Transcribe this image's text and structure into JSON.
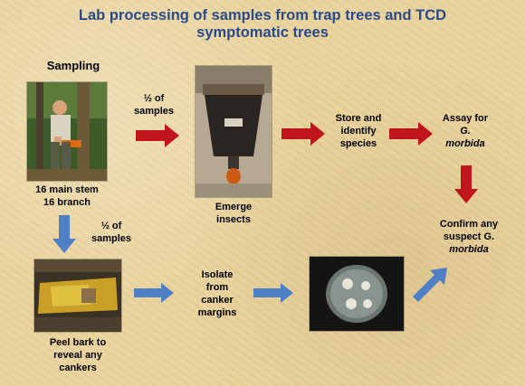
{
  "title": {
    "line1": "Lab processing of samples from trap trees and TCD",
    "line2": "symptomatic trees"
  },
  "labels": {
    "sampling": "Sampling",
    "half_samples_top": [
      "½ of",
      "samples"
    ],
    "stems": [
      "16 main stem",
      "16 branch"
    ],
    "half_samples_left": [
      "½ of",
      "samples"
    ],
    "emerge": [
      "Emerge",
      "insects"
    ],
    "store": [
      "Store and",
      "identify",
      "species"
    ],
    "assay": {
      "line1": "Assay for",
      "line2": "G.",
      "line3": "morbida"
    },
    "confirm": {
      "line1": "Confirm any",
      "line2": "suspect G.",
      "line3": "morbida"
    },
    "isolate": [
      "Isolate",
      "from",
      "canker",
      "margins"
    ],
    "peel": [
      "Peel bark to",
      "reveal any",
      "cankers"
    ]
  },
  "colors": {
    "background": "#e9d39c",
    "title": "#2b4a8a",
    "red_arrow": "#c0161b",
    "blue_arrow": "#4f7fc4"
  }
}
